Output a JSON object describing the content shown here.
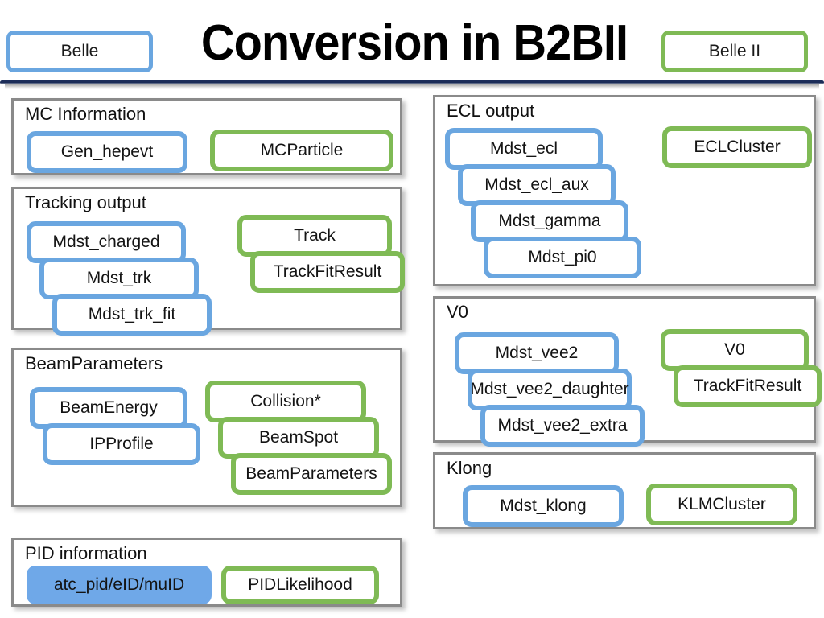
{
  "header": {
    "title": "Conversion in B2BII",
    "legend_left": "Belle",
    "legend_right": "Belle II"
  },
  "colors": {
    "belle_blue": "#6aa6e0",
    "belle2_green": "#7fba55",
    "panel_border": "#8a8a8a",
    "rule_navy": "#1d2f5c",
    "filled_blue": "#6fa8e8"
  },
  "sections": [
    {
      "id": "mc-information",
      "title": "MC Information",
      "belle_boxes": [
        {
          "label": "Gen_hepevt"
        }
      ],
      "belle2_boxes": [
        {
          "label": "MCParticle"
        }
      ]
    },
    {
      "id": "tracking-output",
      "title": "Tracking output",
      "belle_boxes": [
        {
          "label": "Mdst_charged"
        },
        {
          "label": "Mdst_trk"
        },
        {
          "label": "Mdst_trk_fit"
        }
      ],
      "belle2_boxes": [
        {
          "label": "Track"
        },
        {
          "label": "TrackFitResult"
        }
      ]
    },
    {
      "id": "beamparameters",
      "title": "BeamParameters",
      "belle_boxes": [
        {
          "label": "BeamEnergy"
        },
        {
          "label": "IPProfile"
        }
      ],
      "belle2_boxes": [
        {
          "label": "Collision*"
        },
        {
          "label": "BeamSpot"
        },
        {
          "label": "BeamParameters"
        }
      ]
    },
    {
      "id": "pid-information",
      "title": "PID information",
      "belle_boxes": [
        {
          "label": "atc_pid/eID/muID",
          "filled": true
        }
      ],
      "belle2_boxes": [
        {
          "label": "PIDLikelihood"
        }
      ]
    },
    {
      "id": "ecl-output",
      "title": "ECL output",
      "belle_boxes": [
        {
          "label": "Mdst_ecl"
        },
        {
          "label": "Mdst_ecl_aux"
        },
        {
          "label": "Mdst_gamma"
        },
        {
          "label": "Mdst_pi0"
        }
      ],
      "belle2_boxes": [
        {
          "label": "ECLCluster"
        }
      ]
    },
    {
      "id": "v0",
      "title": "V0",
      "belle_boxes": [
        {
          "label": "Mdst_vee2"
        },
        {
          "label": "Mdst_vee2_daughter"
        },
        {
          "label": "Mdst_vee2_extra"
        }
      ],
      "belle2_boxes": [
        {
          "label": "V0"
        },
        {
          "label": "TrackFitResult"
        }
      ]
    },
    {
      "id": "klong",
      "title": "Klong",
      "belle_boxes": [
        {
          "label": "Mdst_klong"
        }
      ],
      "belle2_boxes": [
        {
          "label": "KLMCluster"
        }
      ]
    }
  ]
}
